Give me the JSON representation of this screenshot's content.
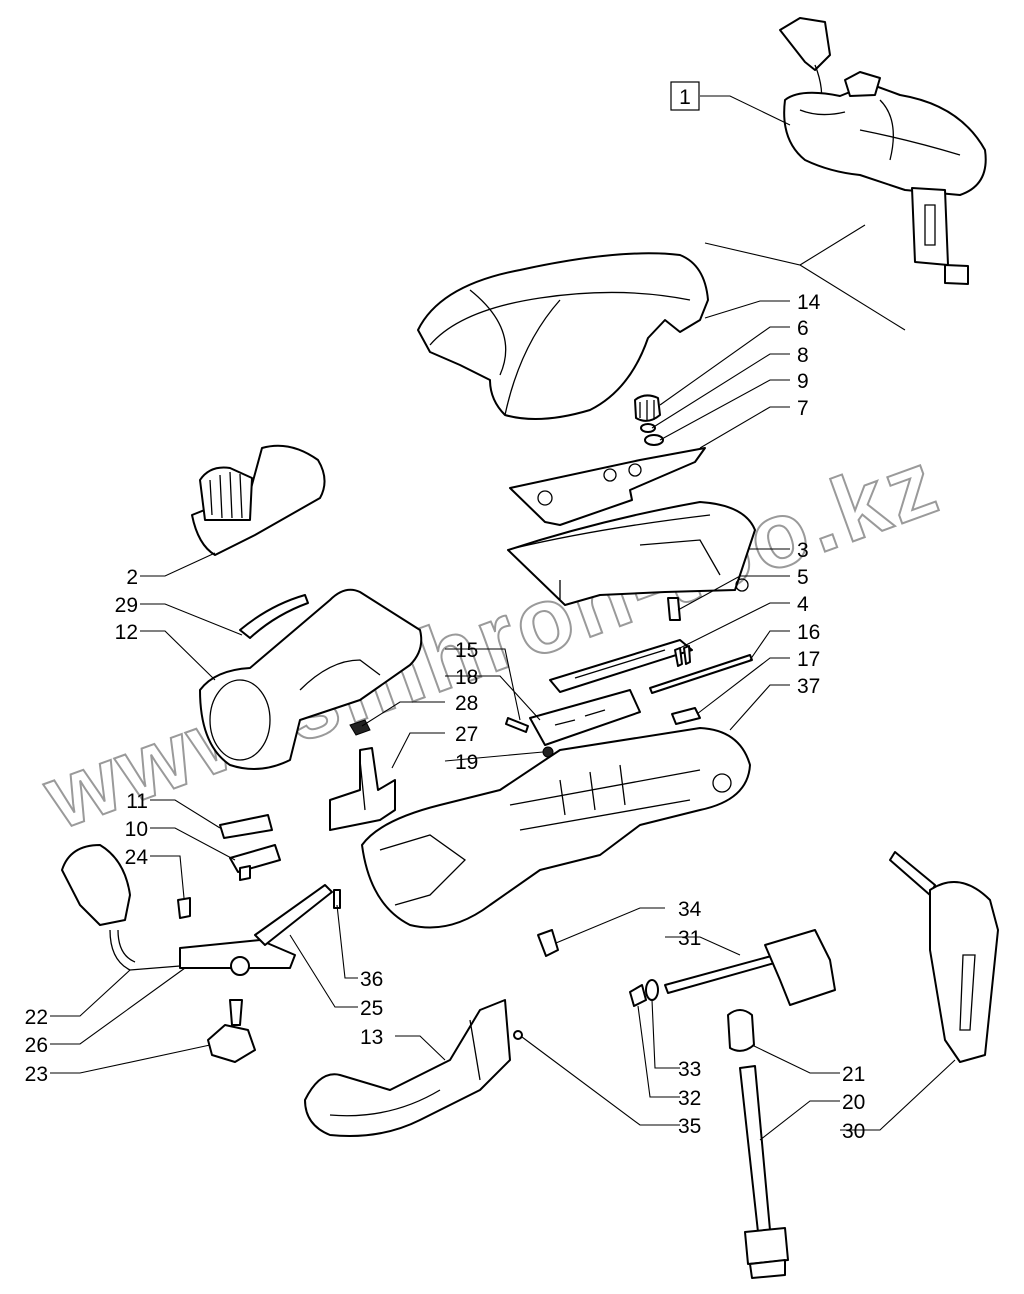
{
  "watermark": "www.sinhron-too.kz",
  "callouts": {
    "c1": "1",
    "c2": "2",
    "c3": "3",
    "c4": "4",
    "c5": "5",
    "c6": "6",
    "c7": "7",
    "c8": "8",
    "c9": "9",
    "c10": "10",
    "c11": "11",
    "c12": "12",
    "c13": "13",
    "c14": "14",
    "c15": "15",
    "c16": "16",
    "c17": "17",
    "c18": "18",
    "c19": "19",
    "c20": "20",
    "c21": "21",
    "c22": "22",
    "c23": "23",
    "c24": "24",
    "c25": "25",
    "c26": "26",
    "c27": "27",
    "c28": "28",
    "c29": "29",
    "c30": "30",
    "c31": "31",
    "c32": "32",
    "c33": "33",
    "c34": "34",
    "c35": "35",
    "c36": "36",
    "c37": "37"
  },
  "colors": {
    "line": "#000000",
    "watermark": "#9a9a9a",
    "background": "#ffffff"
  }
}
